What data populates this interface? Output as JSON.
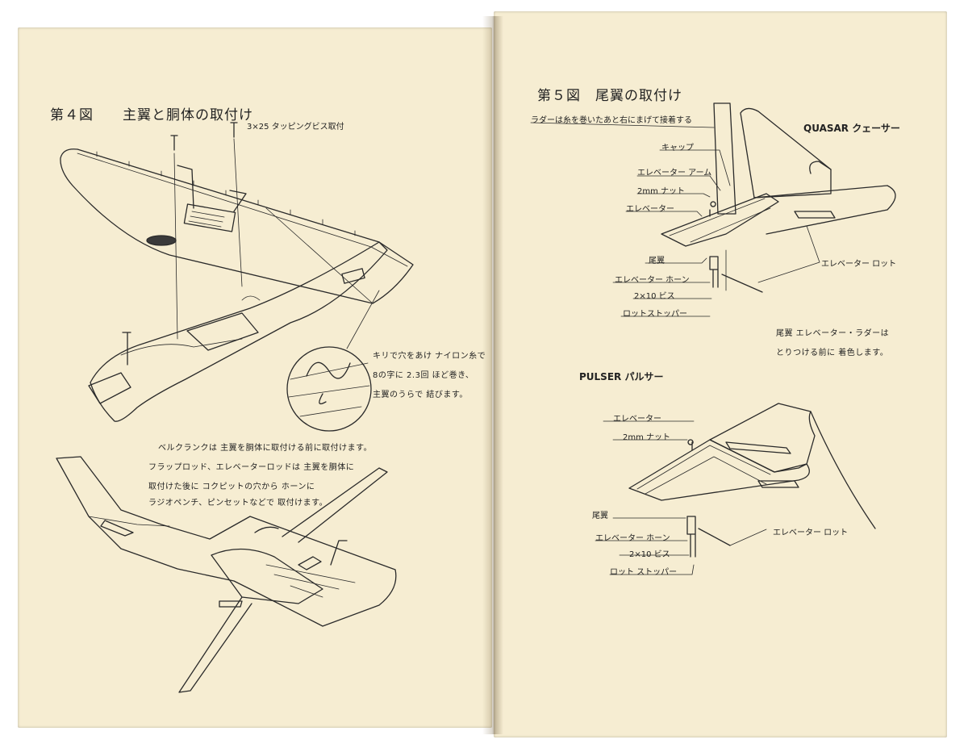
{
  "left_page": {
    "figure_title": "第４図　　主翼と胴体の取付け",
    "callouts": {
      "screw": "3×25 タッピングビス取付"
    },
    "thread_note": [
      "キリで穴をあけ ナイロン糸で",
      "8の字に 2.3回 ほど巻き、",
      "主翼のうらで 結びます。"
    ],
    "bellcrank_note": [
      "ベルクランクは 主翼を胴体に取付ける前に取付けます。",
      "フラップロッド、エレベーターロッドは 主翼を胴体に",
      "取付けた後に コクピットの穴から ホーンに",
      "ラジオペンチ、ピンセットなどで 取付けます。"
    ]
  },
  "right_page": {
    "figure_title": "第５図　尾翼の取付け",
    "rudder_note": "ラダーは糸を巻いたあと右にまげて接着する",
    "quasar": {
      "brand": "QUASAR クェーサー",
      "labels": {
        "cap": "キャップ",
        "elevator_arm": "エレベーター アーム",
        "nut": "2mm ナット",
        "elevator": "エレベーター",
        "tail_wing": "尾翼",
        "elevator_horn": "エレベーター ホーン",
        "screw": "2×10 ビス",
        "rod_stopper": "ロットストッパー",
        "elevator_rod": "エレベーター ロット"
      }
    },
    "paint_note": [
      "尾翼 エレベーター・ラダーは",
      "とりつける前に 着色します。"
    ],
    "pulser": {
      "brand": "PULSER パルサー",
      "labels": {
        "elevator": "エレベーター",
        "nut": "2mm ナット",
        "tail_wing": "尾翼",
        "elevator_horn": "エレベーター ホーン",
        "screw": "2×10 ビス",
        "rod_stopper": "ロット ストッパー",
        "elevator_rod": "エレベーター ロット"
      }
    }
  }
}
